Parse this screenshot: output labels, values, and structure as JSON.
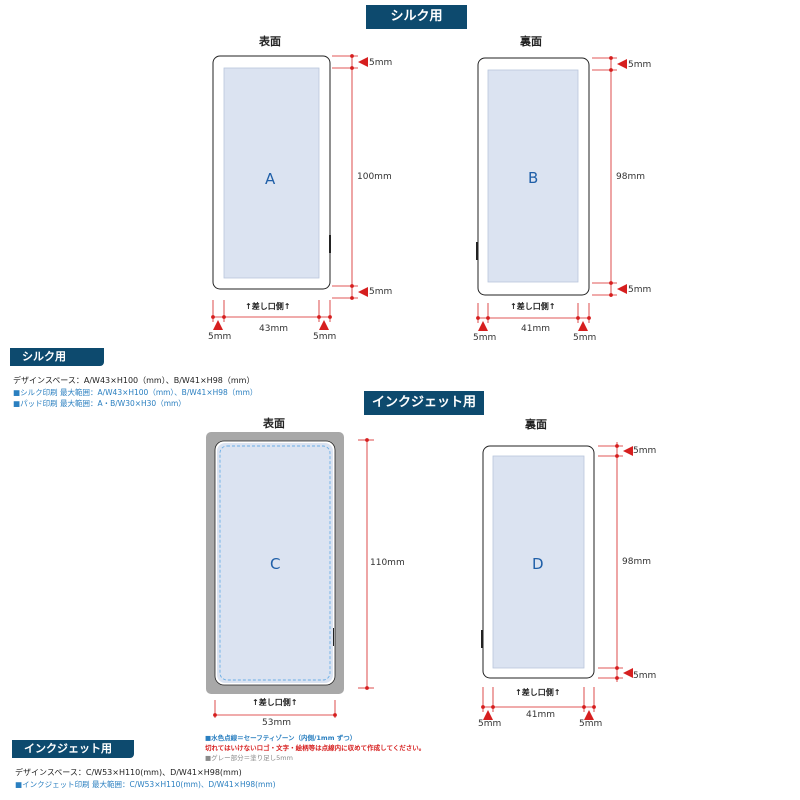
{
  "banners": {
    "silk": "シルク用",
    "inkjet": "インクジェット用"
  },
  "silk_section": {
    "front_label": "表面",
    "back_label": "裏面",
    "area_a": "A",
    "area_b": "B",
    "dims": {
      "top_a": "5mm",
      "height_a": "100mm",
      "bottom_a": "5mm",
      "left_a": "5mm",
      "width_a": "43mm",
      "right_a": "5mm",
      "top_b": "5mm",
      "height_b": "98mm",
      "bottom_b": "5mm",
      "left_b": "5mm",
      "width_b": "41mm",
      "right_b": "5mm"
    },
    "insert_a": "↑差し口側↑",
    "insert_b": "↑差し口側↑",
    "tab": "シルク用",
    "design_space": "デザインスペース：A/W43×H100（mm）、B/W41×H98（mm）",
    "silk_max": "■シルク印刷 最大範囲：A/W43×H100（mm）、B/W41×H98（mm）",
    "pad_max": "■パッド印刷 最大範囲：A・B/W30×H30（mm）"
  },
  "inkjet_section": {
    "front_label": "表面",
    "back_label": "裏面",
    "area_c": "C",
    "area_d": "D",
    "dims": {
      "height_c": "110mm",
      "width_c": "53mm",
      "top_d": "5mm",
      "height_d": "98mm",
      "bottom_d": "5mm",
      "left_d": "5mm",
      "width_d": "41mm",
      "right_d": "5mm"
    },
    "insert_c": "↑差し口側↑",
    "insert_d": "↑差し口側↑",
    "note_blue": "■水色点線＝セーフティゾーン（内側/1mm ずつ）",
    "note_red": "切れてはいけないロゴ・文字・絵柄等は点線内に収めて作成してください。",
    "note_grey": "■グレー部分＝塗り足し5mm",
    "tab": "インクジェット用",
    "design_space": "デザインスペース：C/W53×H110(mm)、D/W41×H98(mm)",
    "inkjet_max": "■インクジェット印刷 最大範囲：C/W53×H110(mm)、D/W41×H98(mm)"
  },
  "colors": {
    "banner": "#0d4a6e",
    "dimension_line": "#d61f1f",
    "print_area": "#dbe3f1",
    "safety_line": "#6aaee6",
    "bleed": "#a8a8a8",
    "area_letter": "#1f5fa8"
  }
}
